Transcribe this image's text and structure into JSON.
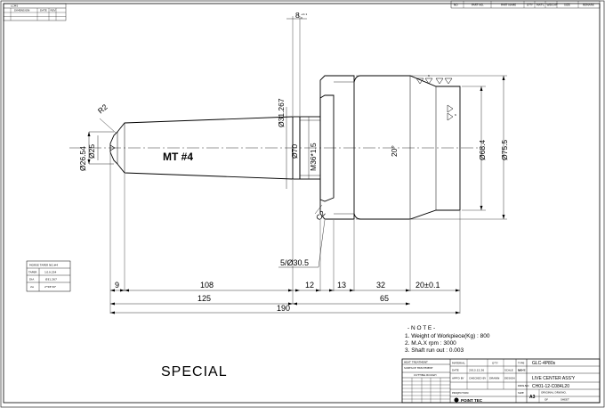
{
  "top_left_table": {
    "headers": [
      "LCMS",
      "DIMENSION",
      "DATE",
      "REV"
    ]
  },
  "parts_list_header": [
    "NO",
    "PART NO.",
    "PART NAME",
    "Q'TY",
    "MAT'L",
    "WEIGHT",
    "SIZE",
    "REMARK"
  ],
  "part_label": "MT #4",
  "special_label": "SPECIAL",
  "morse_table": {
    "title": "MORSE TAPER NO.#4",
    "rows": [
      {
        "label": "TAPER",
        "value": "1/19.254"
      },
      {
        "label": "DIA",
        "value": "Ø31.267"
      },
      {
        "label": "2α",
        "value": "2°58'30\""
      }
    ]
  },
  "dimensions": {
    "top_8": "8",
    "top_8_tol_upper": "+0.1",
    "top_8_tol_lower": "0",
    "r2": "R2",
    "d26_54": "Ø26.54",
    "d25": "Ø25",
    "d31_267": "Ø31.267",
    "d70": "Ø70",
    "m36": "M36*1.5",
    "c2": "C2",
    "angle20": "20°",
    "d68_4": "Ø68.4",
    "d75_5": "Ø75.5",
    "groove": "5/Ø30.5",
    "len_9": "9",
    "len_108": "108",
    "len_12": "12",
    "len_13": "13",
    "len_32": "32",
    "len_20": "20±0.1",
    "len_125": "125",
    "len_65": "65",
    "len_190": "190"
  },
  "surface_marks": {
    "finish_1": "6",
    "finish_2": "6"
  },
  "notes": {
    "title": "- N O T E -",
    "items": [
      "1. Weight of Workpiece(Kg) : 800",
      "2. M.A.X rpm : 3000",
      "3. Shaft run out : 0.003"
    ]
  },
  "title_block": {
    "heat_treatment": "HEAT TREATMENT",
    "surface_treatment": "SURFACE TREATMENT",
    "cutting_rough": "CUTTING ROUGH",
    "material_label": "MATERIAL",
    "qty_label": "Q'TY",
    "type_label": "TYPE",
    "type_value": "GLC-4P80s",
    "date_label": "DATE",
    "date_value": "2013.12.26",
    "scale_label": "SCALE",
    "scale_value": "1/1",
    "name_label": "NAME",
    "name_value": "LIVE CENTER ASS'Y",
    "approved_by": "APP'D BY",
    "checked_by": "CHECKED BY",
    "drawn_label": "DRAWN",
    "design_label": "DESIGN",
    "drw_no_label": "DRW.NO",
    "drw_no_value": "CH01-12-C084L20",
    "size_label": "SIZE",
    "size_value": "A3",
    "company": "POINT TEC",
    "projection": "PROJECTION",
    "original_drw": "ORIGINAL DRW.NO.",
    "sheet_label": "OF",
    "sheet_value": "SHEET"
  }
}
